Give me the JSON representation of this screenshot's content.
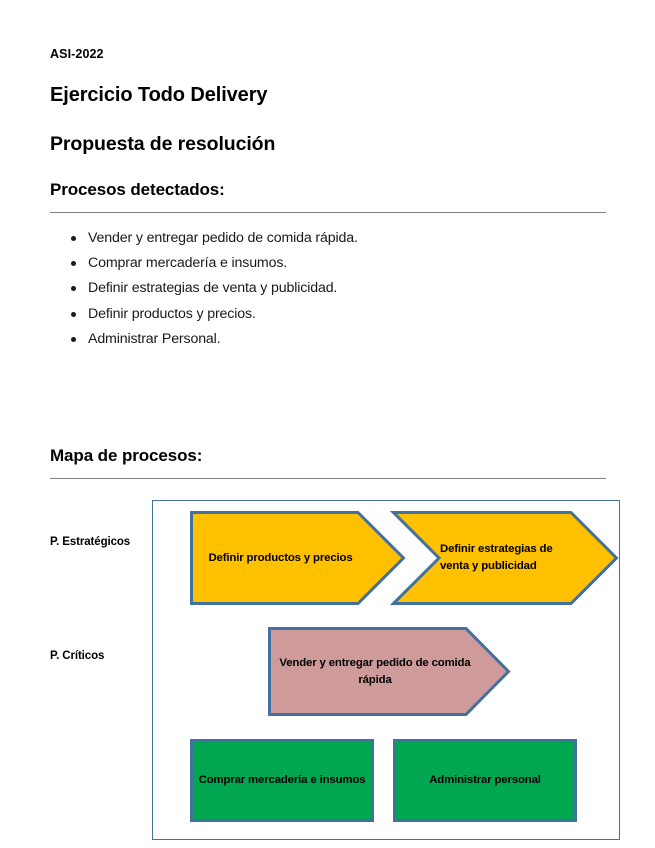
{
  "document": {
    "code": "ASI-2022",
    "title": "Ejercicio Todo Delivery",
    "subtitle": "Propuesta de resolución"
  },
  "processes_section": {
    "heading": "Procesos detectados:",
    "items": [
      "Vender y entregar pedido de comida rápida.",
      "Comprar mercadería e insumos.",
      "Definir estrategias de venta y publicidad.",
      "Definir productos y precios.",
      "Administrar Personal."
    ]
  },
  "map_section": {
    "heading": "Mapa de procesos:",
    "row_labels": {
      "strategic": "P. Estratégicos",
      "critical": "P. Críticos"
    },
    "shapes": {
      "definir_productos": "Definir productos y precios",
      "definir_estrategias": "Definir estrategias de venta y publicidad",
      "vender_entregar": "Vender y entregar pedido de comida rápida",
      "comprar_mercaderia": "Comprar mercadería e insumos",
      "administrar_personal": "Administrar personal"
    }
  },
  "colors": {
    "strategic_fill": "#FFC000",
    "critical_fill": "#CE9A9A",
    "support_fill": "#00A650",
    "shape_border": "#41719C",
    "frame_border": "#41719C",
    "rule": "#808080"
  }
}
